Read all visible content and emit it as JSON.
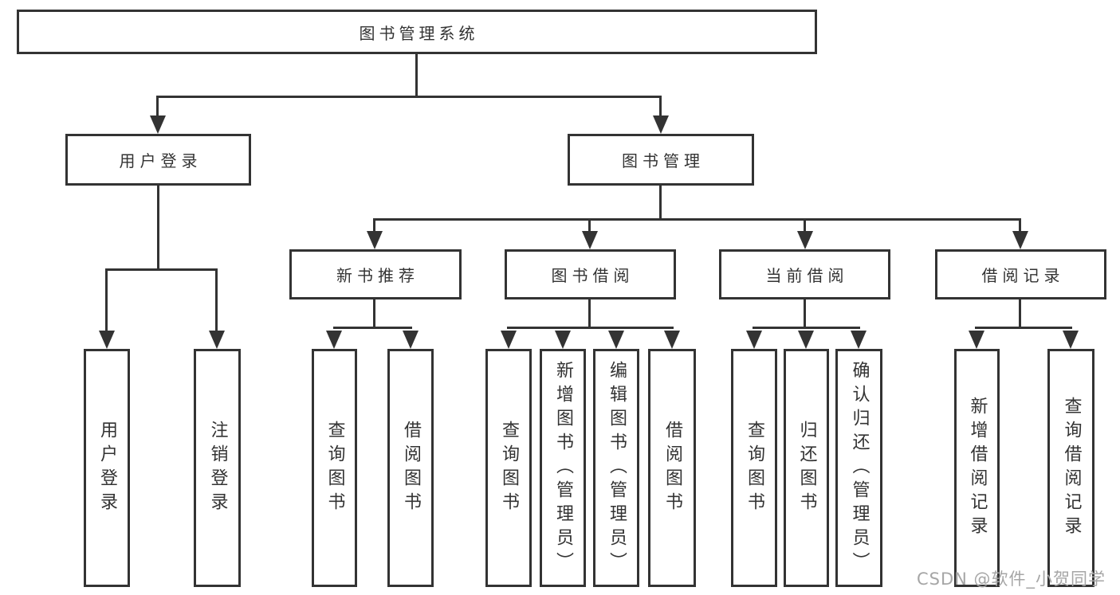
{
  "diagram": {
    "root": "图书管理系统",
    "level2": [
      "用户登录",
      "图书管理"
    ],
    "level3": [
      "新书推荐",
      "图书借阅",
      "当前借阅",
      "借阅记录"
    ],
    "leaves": {
      "user_login": [
        "用户登录",
        "注销登录"
      ],
      "new_books": [
        "查询图书",
        "借阅图书"
      ],
      "book_borrow": [
        "查询图书",
        "新增图书（管理员）",
        "编辑图书（管理员）",
        "借阅图书"
      ],
      "current_borrow": [
        "查询图书",
        "归还图书",
        "确认归还（管理员）"
      ],
      "borrow_records": [
        "新增借阅记录",
        "查询借阅记录"
      ]
    },
    "watermark": "CSDN @软件_小贺同学",
    "colors": {
      "line": "#333333",
      "text": "#333333",
      "box_fill": "#ffffff",
      "background": "#ffffff",
      "watermark": "#a6a6a6"
    }
  }
}
